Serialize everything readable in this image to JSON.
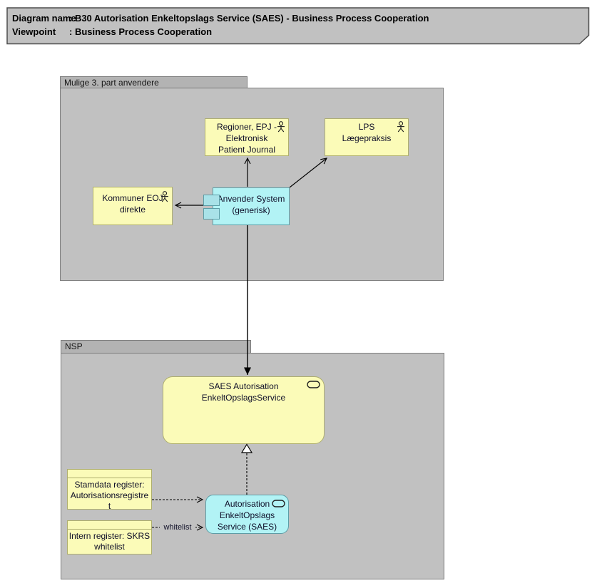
{
  "title": {
    "rows": [
      {
        "label": "Diagram name",
        "value": ": B30 Autorisation Enkeltopslags Service (SAES) - Business Process Cooperation"
      },
      {
        "label": "Viewpoint",
        "value": ": Business Process Cooperation"
      }
    ]
  },
  "groups": {
    "third_party": {
      "label": "Mulige 3. part anvendere"
    },
    "nsp": {
      "label": "NSP"
    }
  },
  "nodes": {
    "regioner": {
      "icon": "business-actor-icon",
      "lines": [
        "Regioner, EPJ -",
        "Elektronisk",
        "Patient Journal"
      ]
    },
    "lps": {
      "icon": "business-actor-icon",
      "lines": [
        "LPS",
        "Lægepraksis"
      ]
    },
    "kommuner": {
      "icon": "business-actor-icon",
      "lines": [
        "Kommuner EOJ",
        "direkte"
      ]
    },
    "anvender": {
      "icon": "application-component-icon",
      "lines": [
        "Anvender System",
        "(generisk)"
      ]
    },
    "saes_service": {
      "icon": "service-icon",
      "lines": [
        "SAES Autorisation",
        "EnkeltOpslagsService"
      ]
    },
    "autorisation_service": {
      "icon": "service-icon",
      "lines": [
        "Autorisation",
        "EnkeltOpslags",
        "Service (SAES)"
      ]
    },
    "stamdata": {
      "icon": "business-object-icon",
      "lines": [
        "Stamdata register:",
        "Autorisationsregistre",
        "t"
      ]
    },
    "intern": {
      "icon": "business-object-icon",
      "lines": [
        "Intern register: SKRS",
        "whitelist"
      ]
    }
  },
  "edges": {
    "whitelist_label": "whitelist"
  },
  "colors": {
    "business_yellow": "#fbfbb8",
    "application_cyan": "#b2f3f5",
    "group_gray": "#c1c1c1",
    "tab_gray": "#b3b3b3",
    "note_gray": "#c1c1c1"
  }
}
